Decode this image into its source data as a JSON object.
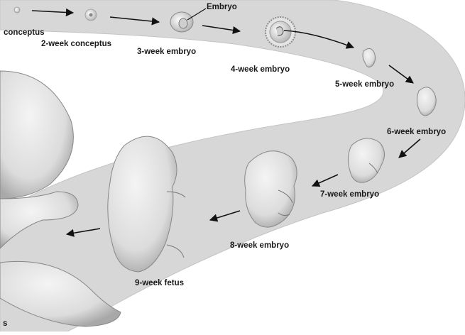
{
  "diagram": {
    "stages": [
      {
        "id": "conceptus-1",
        "label": "conceptus"
      },
      {
        "id": "conceptus-2",
        "label": "2-week conceptus"
      },
      {
        "id": "embryo-3",
        "label": "3-week embryo"
      },
      {
        "id": "embryo-4",
        "label": "4-week embryo"
      },
      {
        "id": "embryo-5",
        "label": "5-week embryo"
      },
      {
        "id": "embryo-6",
        "label": "6-week embryo"
      },
      {
        "id": "embryo-7",
        "label": "7-week embryo"
      },
      {
        "id": "embryo-8",
        "label": "8-week embryo"
      },
      {
        "id": "fetus-9",
        "label": "9-week fetus"
      },
      {
        "id": "fetus-last",
        "label": "s"
      }
    ],
    "callout_label": "Embryo",
    "colors": {
      "band": "#d7d7d7",
      "band_edge": "#bdbdbd",
      "skin": "#e6e6e6",
      "skin_shade": "#9a9a9a",
      "arrow": "#111111",
      "text": "#1a1a1a"
    }
  }
}
